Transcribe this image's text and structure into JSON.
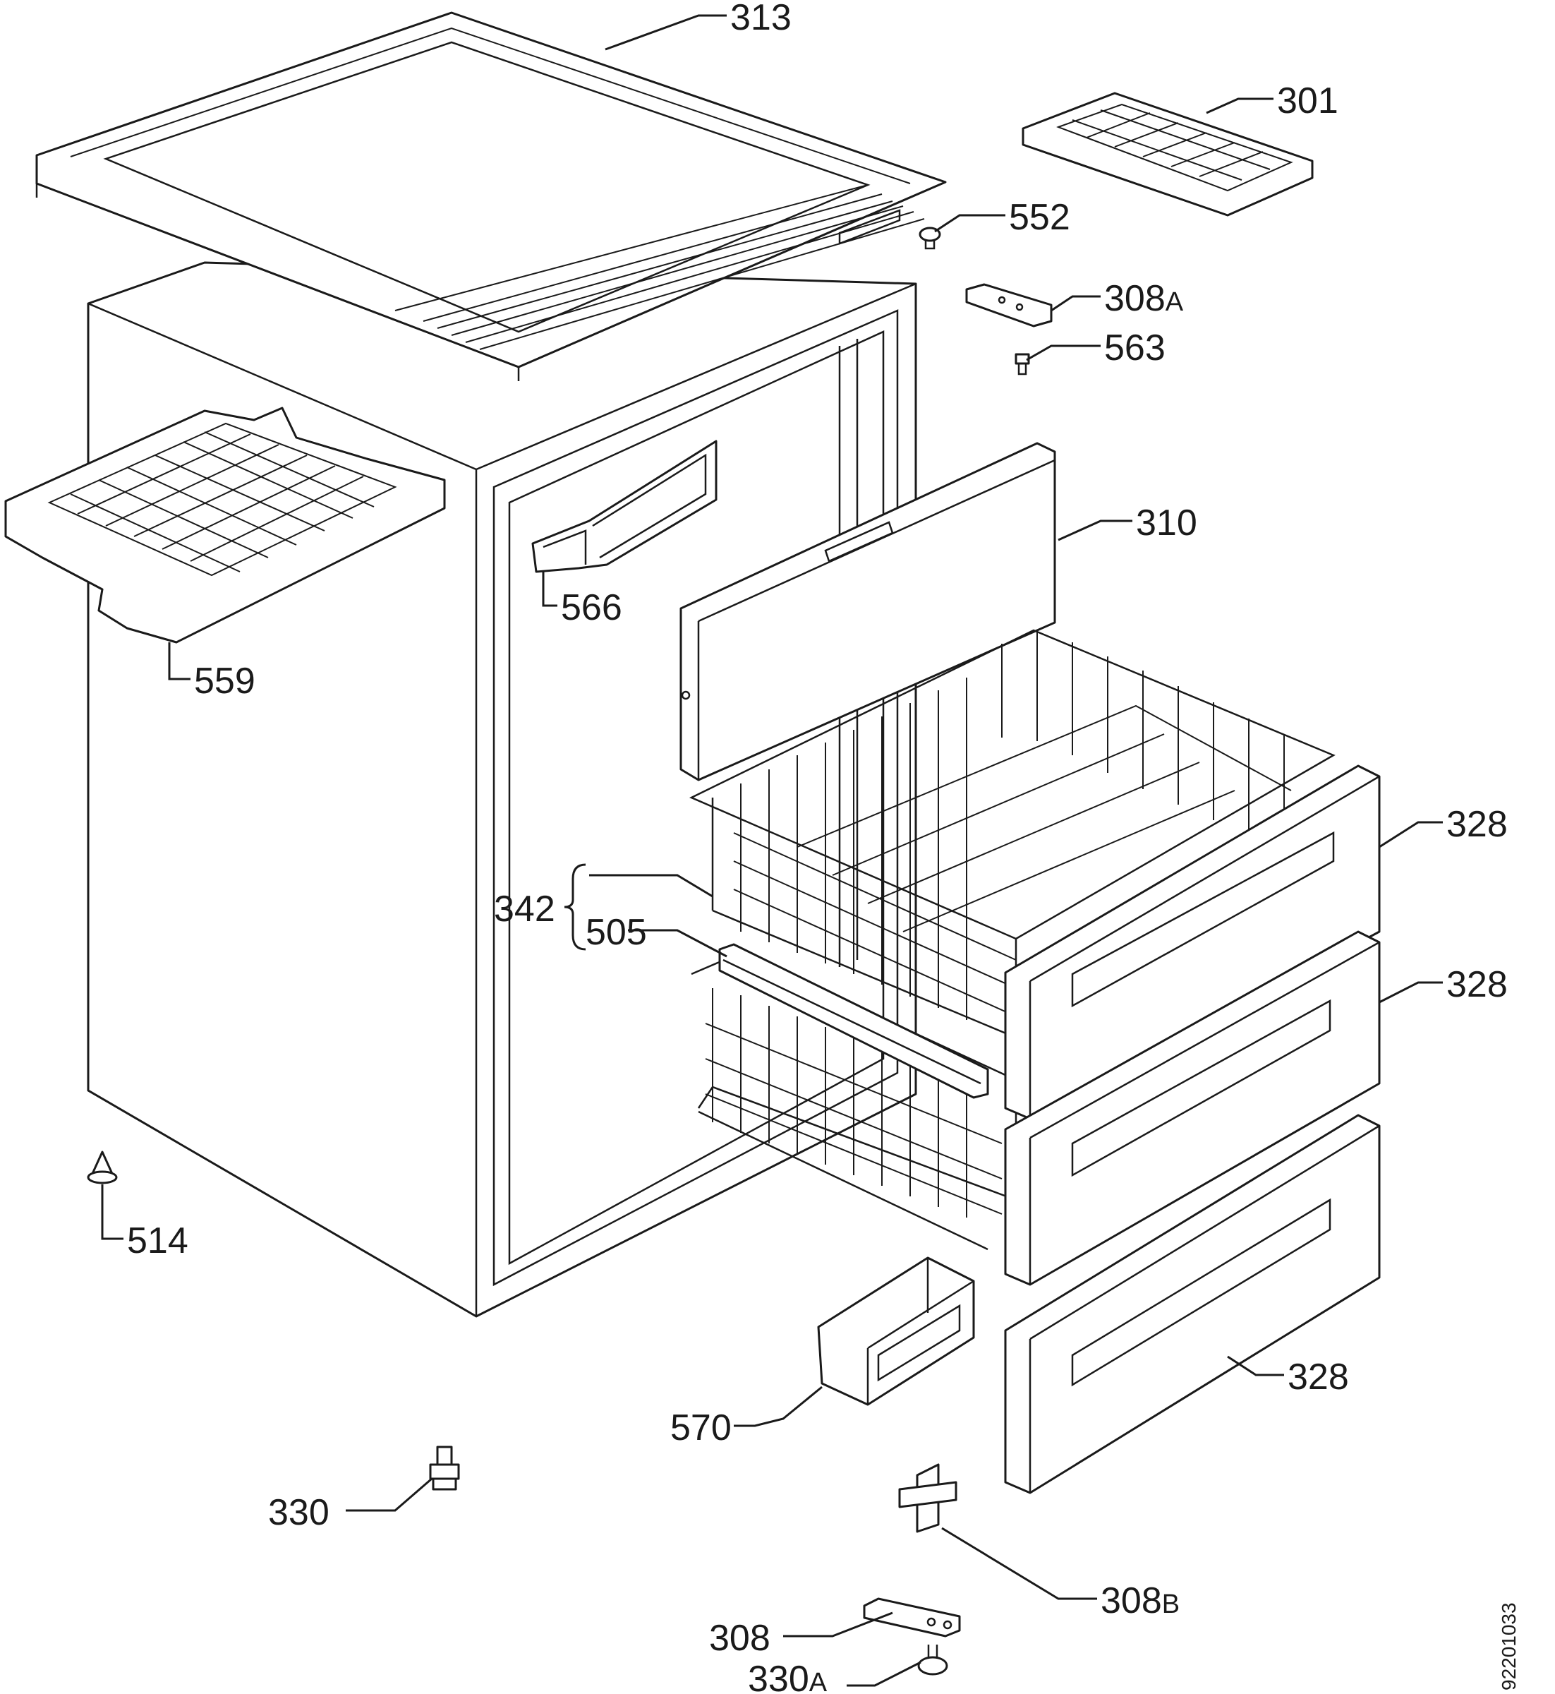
{
  "labels": {
    "l313": "313",
    "l301": "301",
    "l552": "552",
    "l308a_num": "308",
    "l308a_suf": "A",
    "l563": "563",
    "l310": "310",
    "l566": "566",
    "l559": "559",
    "l328a": "328",
    "l328b": "328",
    "l328c": "328",
    "l342": "342",
    "l505": "505",
    "l514": "514",
    "l570": "570",
    "l330": "330",
    "l308b_num": "308",
    "l308b_suf": "B",
    "l308": "308",
    "l330a_num": "330",
    "l330a_suf": "A"
  },
  "document_number": "92201033"
}
